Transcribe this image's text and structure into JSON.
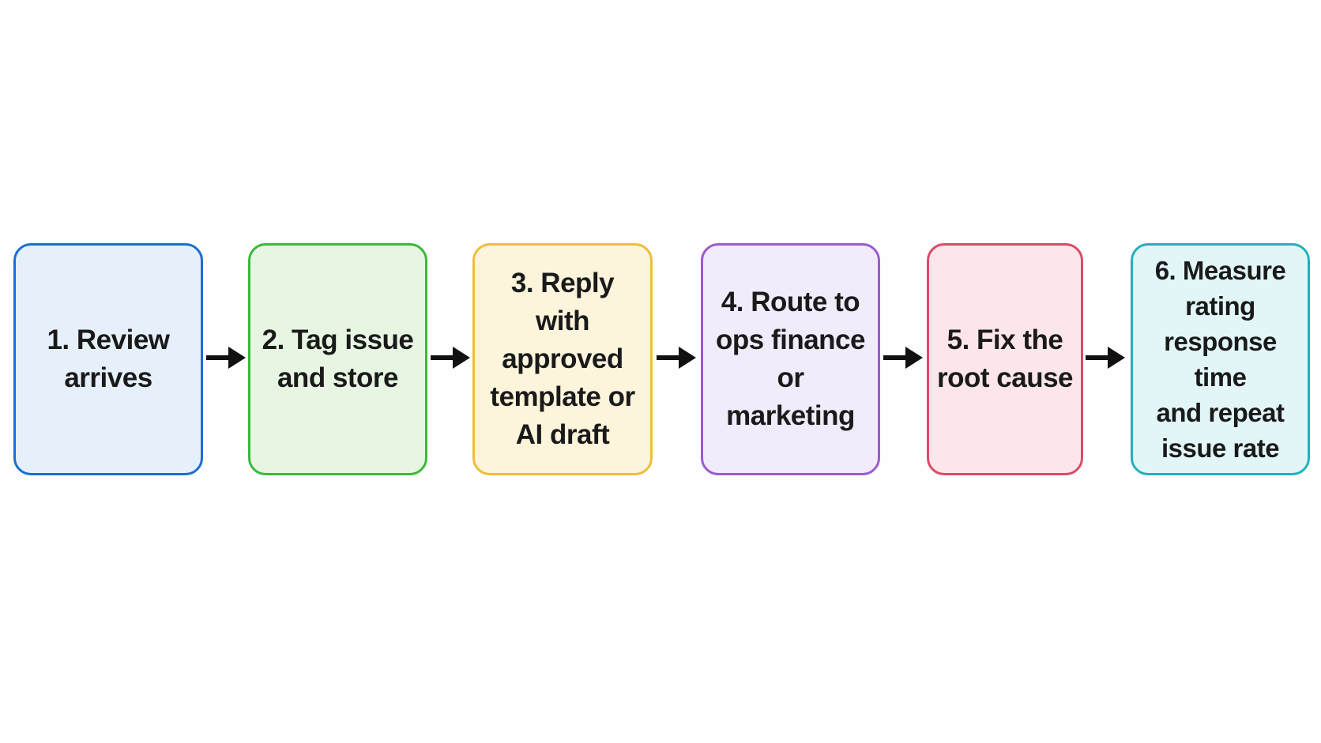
{
  "steps": [
    {
      "label": "1. Review\narrives",
      "color": "#1a6fd0",
      "fill": "#e6f0fb"
    },
    {
      "label": "2. Tag issue\nand store",
      "color": "#3cb83a",
      "fill": "#e7f6e2"
    },
    {
      "label": "3. Reply with\napproved\ntemplate or\nAI draft",
      "color": "#efbd3a",
      "fill": "#fdf4dc"
    },
    {
      "label": "4. Route to\nops finance\nor marketing",
      "color": "#9a5cd0",
      "fill": "#f1ebfb"
    },
    {
      "label": "5. Fix the\nroot cause",
      "color": "#dc4a6a",
      "fill": "#fde6ea"
    },
    {
      "label": "6. Measure\nrating\nresponse time\nand repeat\nissue rate",
      "color": "#22b0bc",
      "fill": "#e2f6f8"
    }
  ],
  "arrow_color": "#111111"
}
